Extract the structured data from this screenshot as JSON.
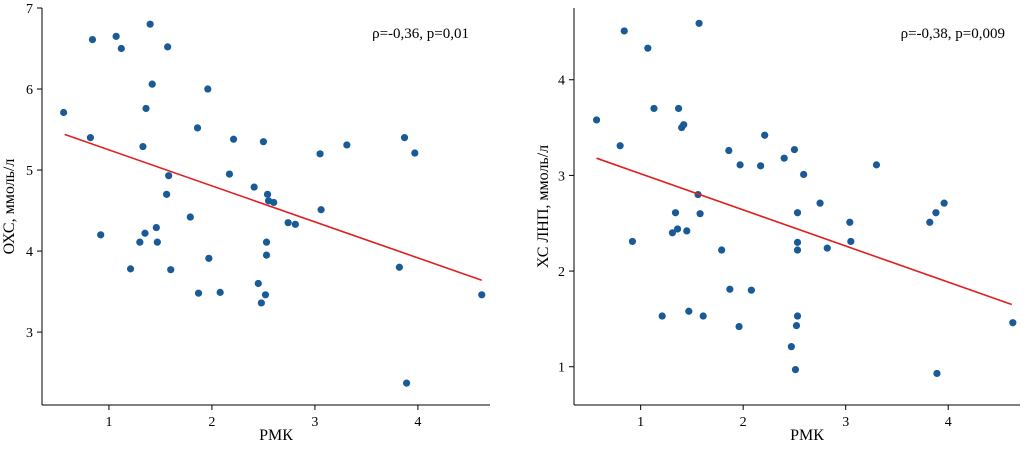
{
  "colors": {
    "point": "#1a5a96",
    "trend": "#e02020",
    "axis": "#000000"
  },
  "chart_data": [
    {
      "type": "scatter",
      "xlabel": "РМК",
      "ylabel": "ОХС, ммоль/л",
      "annotation": "ρ=-0,36, p=0,01",
      "xlim": [
        0.35,
        4.7
      ],
      "ylim": [
        2.1,
        7.0
      ],
      "xticks": [
        1,
        2,
        3,
        4
      ],
      "yticks": [
        3,
        4,
        5,
        6,
        7
      ],
      "grid": false,
      "trend": {
        "x": [
          0.57,
          4.62
        ],
        "y": [
          5.44,
          3.64
        ]
      },
      "points": [
        [
          0.56,
          5.71
        ],
        [
          0.82,
          5.4
        ],
        [
          0.84,
          6.61
        ],
        [
          0.92,
          4.2
        ],
        [
          1.07,
          6.65
        ],
        [
          1.12,
          6.5
        ],
        [
          1.21,
          3.78
        ],
        [
          1.3,
          4.11
        ],
        [
          1.33,
          5.29
        ],
        [
          1.35,
          4.22
        ],
        [
          1.36,
          5.76
        ],
        [
          1.4,
          6.8
        ],
        [
          1.42,
          6.06
        ],
        [
          1.46,
          4.29
        ],
        [
          1.47,
          4.11
        ],
        [
          1.56,
          4.7
        ],
        [
          1.57,
          6.52
        ],
        [
          1.58,
          4.93
        ],
        [
          1.6,
          3.77
        ],
        [
          1.79,
          4.42
        ],
        [
          1.86,
          5.52
        ],
        [
          1.87,
          3.48
        ],
        [
          1.96,
          6.0
        ],
        [
          1.97,
          3.91
        ],
        [
          2.08,
          3.49
        ],
        [
          2.17,
          4.95
        ],
        [
          2.21,
          5.38
        ],
        [
          2.41,
          4.79
        ],
        [
          2.45,
          3.6
        ],
        [
          2.48,
          3.36
        ],
        [
          2.5,
          5.35
        ],
        [
          2.52,
          3.46
        ],
        [
          2.53,
          4.11
        ],
        [
          2.53,
          3.95
        ],
        [
          2.54,
          4.7
        ],
        [
          2.55,
          4.62
        ],
        [
          2.6,
          4.6
        ],
        [
          2.74,
          4.35
        ],
        [
          2.81,
          4.33
        ],
        [
          3.05,
          5.2
        ],
        [
          3.06,
          4.51
        ],
        [
          3.31,
          5.31
        ],
        [
          3.82,
          3.8
        ],
        [
          3.87,
          5.4
        ],
        [
          3.89,
          2.37
        ],
        [
          3.97,
          5.21
        ],
        [
          4.62,
          3.46
        ]
      ]
    },
    {
      "type": "scatter",
      "xlabel": "РМК",
      "ylabel": "ХС ЛНП, ммоль/л",
      "annotation": "ρ=-0,38, p=0,009",
      "xlim": [
        0.35,
        4.7
      ],
      "ylim": [
        0.6,
        4.75
      ],
      "xticks": [
        1,
        2,
        3,
        4
      ],
      "yticks": [
        1,
        2,
        3,
        4
      ],
      "grid": false,
      "trend": {
        "x": [
          0.57,
          4.62
        ],
        "y": [
          3.18,
          1.65
        ]
      },
      "points": [
        [
          0.57,
          3.58
        ],
        [
          0.8,
          3.31
        ],
        [
          0.84,
          4.51
        ],
        [
          0.92,
          2.31
        ],
        [
          1.07,
          4.33
        ],
        [
          1.13,
          3.7
        ],
        [
          1.21,
          1.53
        ],
        [
          1.31,
          2.4
        ],
        [
          1.34,
          2.61
        ],
        [
          1.36,
          2.44
        ],
        [
          1.37,
          3.7
        ],
        [
          1.4,
          3.5
        ],
        [
          1.42,
          3.53
        ],
        [
          1.45,
          2.42
        ],
        [
          1.47,
          1.58
        ],
        [
          1.56,
          2.8
        ],
        [
          1.57,
          4.59
        ],
        [
          1.58,
          2.6
        ],
        [
          1.61,
          1.53
        ],
        [
          1.79,
          2.22
        ],
        [
          1.86,
          3.26
        ],
        [
          1.87,
          1.81
        ],
        [
          1.96,
          1.42
        ],
        [
          1.97,
          3.11
        ],
        [
          2.08,
          1.8
        ],
        [
          2.17,
          3.1
        ],
        [
          2.21,
          3.42
        ],
        [
          2.4,
          3.18
        ],
        [
          2.47,
          1.21
        ],
        [
          2.5,
          3.27
        ],
        [
          2.51,
          0.97
        ],
        [
          2.52,
          1.43
        ],
        [
          2.53,
          1.53
        ],
        [
          2.53,
          2.61
        ],
        [
          2.53,
          2.3
        ],
        [
          2.53,
          2.22
        ],
        [
          2.59,
          3.01
        ],
        [
          2.75,
          2.71
        ],
        [
          2.82,
          2.24
        ],
        [
          3.04,
          2.51
        ],
        [
          3.05,
          2.31
        ],
        [
          3.3,
          3.11
        ],
        [
          3.82,
          2.51
        ],
        [
          3.88,
          2.61
        ],
        [
          3.89,
          0.93
        ],
        [
          3.96,
          2.71
        ],
        [
          4.63,
          1.46
        ]
      ]
    }
  ]
}
